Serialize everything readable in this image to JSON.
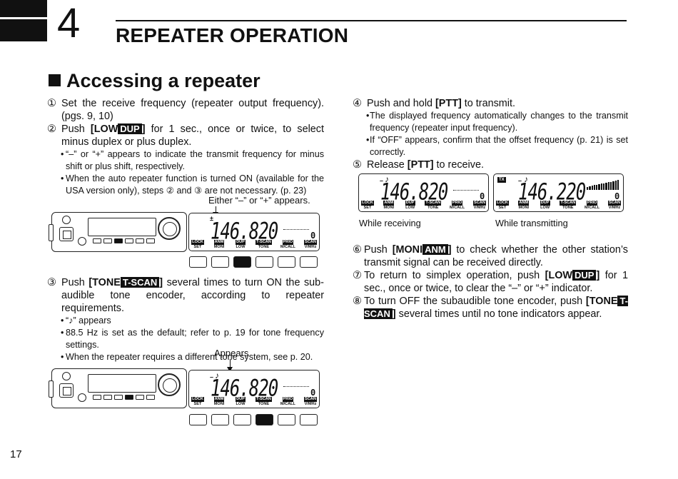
{
  "header": {
    "chapter_number": "4",
    "chapter_title": "REPEATER OPERATION"
  },
  "section": {
    "title": "Accessing a repeater"
  },
  "left": {
    "step1": {
      "num": "①",
      "text": "Set the receive frequency (repeater output frequency). (pgs. 9, 10)"
    },
    "step2": {
      "num": "②",
      "pre": "Push ",
      "key_low": "[LOW",
      "key_dup": "DUP",
      "key_close": "]",
      "post": " for 1 sec., once or twice, to select minus duplex or plus duplex.",
      "bullets": [
        "“–” or “+” appears to indicate the transmit frequency for minus shift or plus shift, respectively.",
        "When the auto repeater function is turned ON (available for the USA version only), steps ② and ③ are not necessary. (p. 23)"
      ]
    },
    "callout1": "Either “–” or “+” appears.",
    "step3": {
      "num": "③",
      "pre": "Push ",
      "key_tone": "[TONE",
      "key_tscan": "T-SCAN",
      "key_close": "]",
      "post": " several times to turn ON the sub-audible tone encoder, according to repeater requirements.",
      "bullets": [
        "“♪” appears",
        "88.5 Hz is set as the default; refer to p. 19 for tone frequency settings.",
        "When the repeater requires a different tone system, see p. 20."
      ]
    },
    "callout2": "Appears"
  },
  "right": {
    "step4": {
      "num": "④",
      "pre": "Push and hold ",
      "key": "[PTT]",
      "post": " to transmit.",
      "bullets": [
        "The displayed frequency automatically changes to the transmit frequency (repeater input frequency).",
        "If “OFF” appears, confirm that the offset frequency (p. 21) is set correctly."
      ]
    },
    "step5": {
      "num": "⑤",
      "pre": "Release ",
      "key": "[PTT]",
      "post": " to receive."
    },
    "caption_rx": "While receiving",
    "caption_tx": "While transmitting",
    "step6": {
      "num": "⑥",
      "pre": "Push ",
      "key_moni": "[MONI",
      "key_anm": "ANM",
      "key_close": "]",
      "post": " to check whether the other station’s transmit signal can be received directly."
    },
    "step7": {
      "num": "⑦",
      "pre": "To return to simplex operation, push ",
      "key_low": "[LOW",
      "key_dup": "DUP",
      "key_close": "]",
      "post": " for 1 sec., once or twice, to clear the “–” or “+” indicator."
    },
    "step8": {
      "num": "⑧",
      "pre": "To turn OFF the subaudible tone encoder, push ",
      "key_tone": "[TONE",
      "key_tscan": "T-SCAN",
      "key_close": "]",
      "post": " several times until no tone indicators appear."
    }
  },
  "display": {
    "freq_rx": "146.820",
    "freq_tx": "146.220",
    "memory_digit": "0",
    "flag_pm": "±",
    "flag_minus": "–",
    "tone_icon": "♪",
    "tx_badge": "TX",
    "keys": [
      {
        "top": "LOCK",
        "bottom": "SET"
      },
      {
        "top": "ANM",
        "bottom": "MONI"
      },
      {
        "top": "DUP",
        "bottom": "LOW"
      },
      {
        "top": "T-SCAN",
        "bottom": "TONE"
      },
      {
        "top": "PRIO",
        "bottom": "M/CALL"
      },
      {
        "top": "SCAN",
        "bottom": "V/MHz"
      }
    ]
  },
  "footer": {
    "page_number": "17"
  }
}
